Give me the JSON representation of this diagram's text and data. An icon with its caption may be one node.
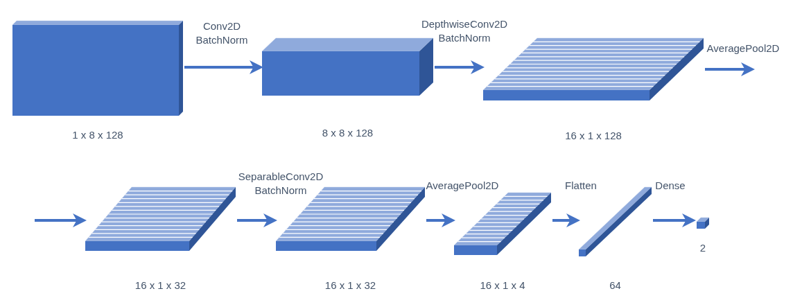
{
  "diagram": {
    "nodes": [
      {
        "text": [],
        "shape": "box",
        "beside": [
          "1 x 8 x 128"
        ]
      },
      {
        "text": [],
        "shape": "box",
        "beside": [
          "8 x 8 x 128"
        ]
      },
      {
        "text": [],
        "shape": "box",
        "beside": [
          "16 x 1 x 128"
        ]
      },
      {
        "text": [],
        "shape": "box",
        "beside": [
          "16 x 1 x 32"
        ]
      },
      {
        "text": [],
        "shape": "box",
        "beside": [
          "16 x 1 x 32"
        ]
      },
      {
        "text": [],
        "shape": "box",
        "beside": [
          "16 x 1 x 4"
        ]
      },
      {
        "text": [],
        "shape": "box",
        "beside": [
          "64"
        ]
      },
      {
        "text": [],
        "shape": "box",
        "beside": [
          "2"
        ]
      }
    ],
    "edges": [
      {
        "from": 0,
        "to": 1,
        "arrow": "to",
        "label": "Conv2D BatchNorm"
      },
      {
        "from": 1,
        "to": 2,
        "arrow": "to",
        "label": "DepthwiseConv2D BatchNorm"
      },
      {
        "from": 2,
        "to": null,
        "arrow": "to",
        "label": "AveragePool2D"
      },
      {
        "from": null,
        "to": 3,
        "arrow": "to"
      },
      {
        "from": 3,
        "to": 4,
        "arrow": "to",
        "label": "SeparableConv2D BatchNorm"
      },
      {
        "from": 4,
        "to": 5,
        "arrow": "to",
        "label": "AveragePool2D"
      },
      {
        "from": 5,
        "to": 6,
        "arrow": "to",
        "label": "Flatten"
      },
      {
        "from": 6,
        "to": 7,
        "arrow": "to",
        "label": "Dense"
      }
    ]
  }
}
